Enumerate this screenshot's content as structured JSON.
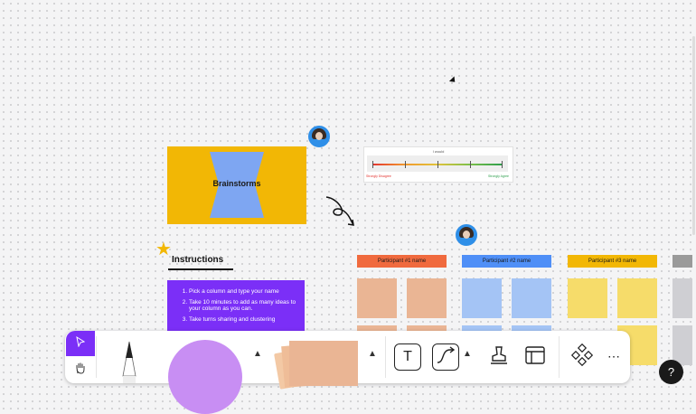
{
  "board": {
    "brainstorm_title": "Brainstorms",
    "scale": {
      "title": "I would",
      "left_label": "Strongly Disagree",
      "right_label": "Strongly Agree"
    },
    "instructions": {
      "title": "Instructions",
      "steps": [
        "Pick a column and type your name",
        "Take 10 minutes to add as many ideas to your column as you can.",
        "Take turns sharing and clustering"
      ]
    },
    "participants": [
      {
        "name": "Participant #1 name",
        "header_color": "#f06a3e",
        "sticky_color": "#eab594"
      },
      {
        "name": "Participant #2 name",
        "header_color": "#4f8ff7",
        "sticky_color": "#a4c4f5"
      },
      {
        "name": "Participant #3 name",
        "header_color": "#f2b705",
        "sticky_color": "#f6dc6a"
      },
      {
        "name": "",
        "header_color": "#9a9a9a",
        "sticky_color": "#cfcfd3"
      }
    ]
  },
  "toolbar": {
    "select_icon": "cursor-arrow-icon",
    "hand_icon": "hand-icon",
    "text_icon_glyph": "T",
    "more_glyph": "⋯",
    "help_glyph": "?"
  },
  "colors": {
    "accent": "#7b2ff7",
    "brainstorm_bg": "#f2b705",
    "brainstorm_shape": "#7ea6f2",
    "shape_fill": "#c88ef3",
    "sticky_stack": "#eab594"
  }
}
